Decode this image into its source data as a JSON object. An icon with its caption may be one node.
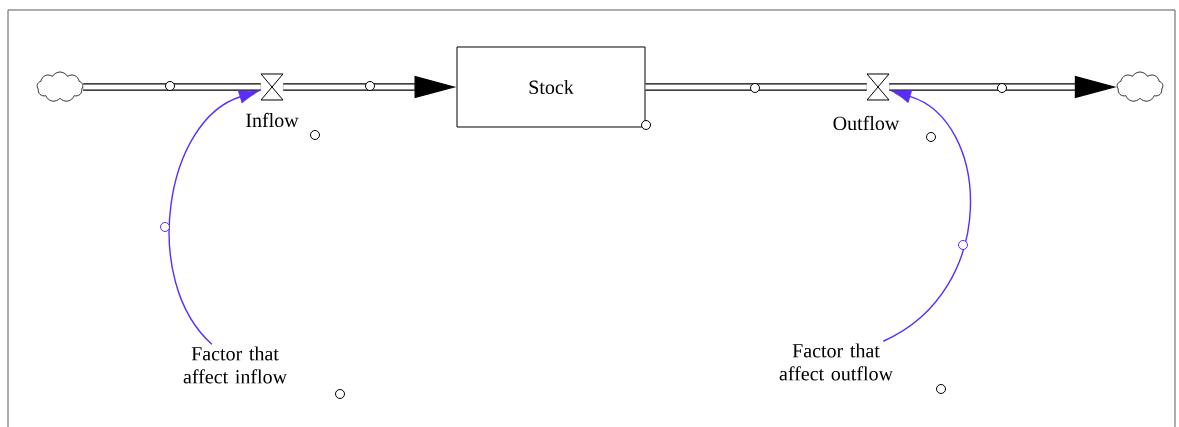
{
  "diagram": {
    "nodes": [
      {
        "text": [],
        "shape": "cloud"
      },
      {
        "text": [
          "Inflow"
        ]
      },
      {
        "text": [
          "Stock"
        ]
      },
      {
        "text": [
          "Outflow"
        ]
      },
      {
        "text": [],
        "shape": "cloud"
      },
      {
        "text": [
          "Factor that affect inflow"
        ]
      },
      {
        "text": [
          "Factor that affect outflow"
        ]
      }
    ],
    "edges": [
      {
        "from": 0,
        "to": 1,
        "arrow": "none"
      },
      {
        "from": 1,
        "to": 2,
        "arrow": "to"
      },
      {
        "from": 2,
        "to": 3,
        "arrow": "none"
      },
      {
        "from": 3,
        "to": 4,
        "arrow": "to"
      },
      {
        "from": 5,
        "to": 1,
        "arrow": "to",
        "color": "#5b2cff"
      },
      {
        "from": 6,
        "to": 3,
        "arrow": "to",
        "color": "#5b2cff"
      }
    ]
  }
}
